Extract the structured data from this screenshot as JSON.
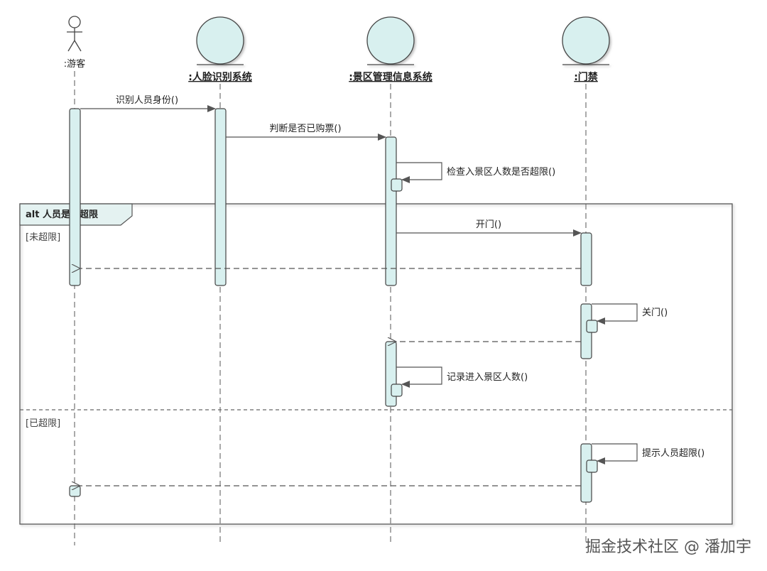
{
  "participants": [
    {
      "id": "visitor",
      "label": ":游客",
      "kind": "actor"
    },
    {
      "id": "face",
      "label": ":人脸识别系统",
      "kind": "entity"
    },
    {
      "id": "mgmt",
      "label": ":景区管理信息系统",
      "kind": "entity"
    },
    {
      "id": "gate",
      "label": ":门禁",
      "kind": "entity"
    }
  ],
  "messages": [
    {
      "label": "识别人员身份()",
      "from": "visitor",
      "to": "face",
      "kind": "sync"
    },
    {
      "label": "判断是否已购票()",
      "from": "face",
      "to": "mgmt",
      "kind": "sync"
    },
    {
      "label": "检查入景区人数是否超限()",
      "from": "mgmt",
      "to": "mgmt",
      "kind": "self"
    },
    {
      "label": "开门()",
      "from": "mgmt",
      "to": "gate",
      "kind": "sync"
    },
    {
      "label": "",
      "from": "gate",
      "to": "visitor",
      "kind": "return"
    },
    {
      "label": "关门()",
      "from": "gate",
      "to": "gate",
      "kind": "self"
    },
    {
      "label": "",
      "from": "gate",
      "to": "mgmt",
      "kind": "return"
    },
    {
      "label": "记录进入景区人数()",
      "from": "mgmt",
      "to": "mgmt",
      "kind": "self"
    },
    {
      "label": "提示人员超限()",
      "from": "gate",
      "to": "gate",
      "kind": "self"
    },
    {
      "label": "",
      "from": "gate",
      "to": "visitor",
      "kind": "return"
    }
  ],
  "fragment": {
    "operator": "alt",
    "title": "人员是否超限",
    "guards": [
      "[未超限]",
      "[已超限]"
    ]
  },
  "watermark": "掘金技术社区 @ 潘加宇",
  "colors": {
    "activation": "#d8f0ef",
    "entity_fill": "#d8f0ef",
    "stroke": "#444444",
    "frame_tab": "#e4f2f1"
  }
}
